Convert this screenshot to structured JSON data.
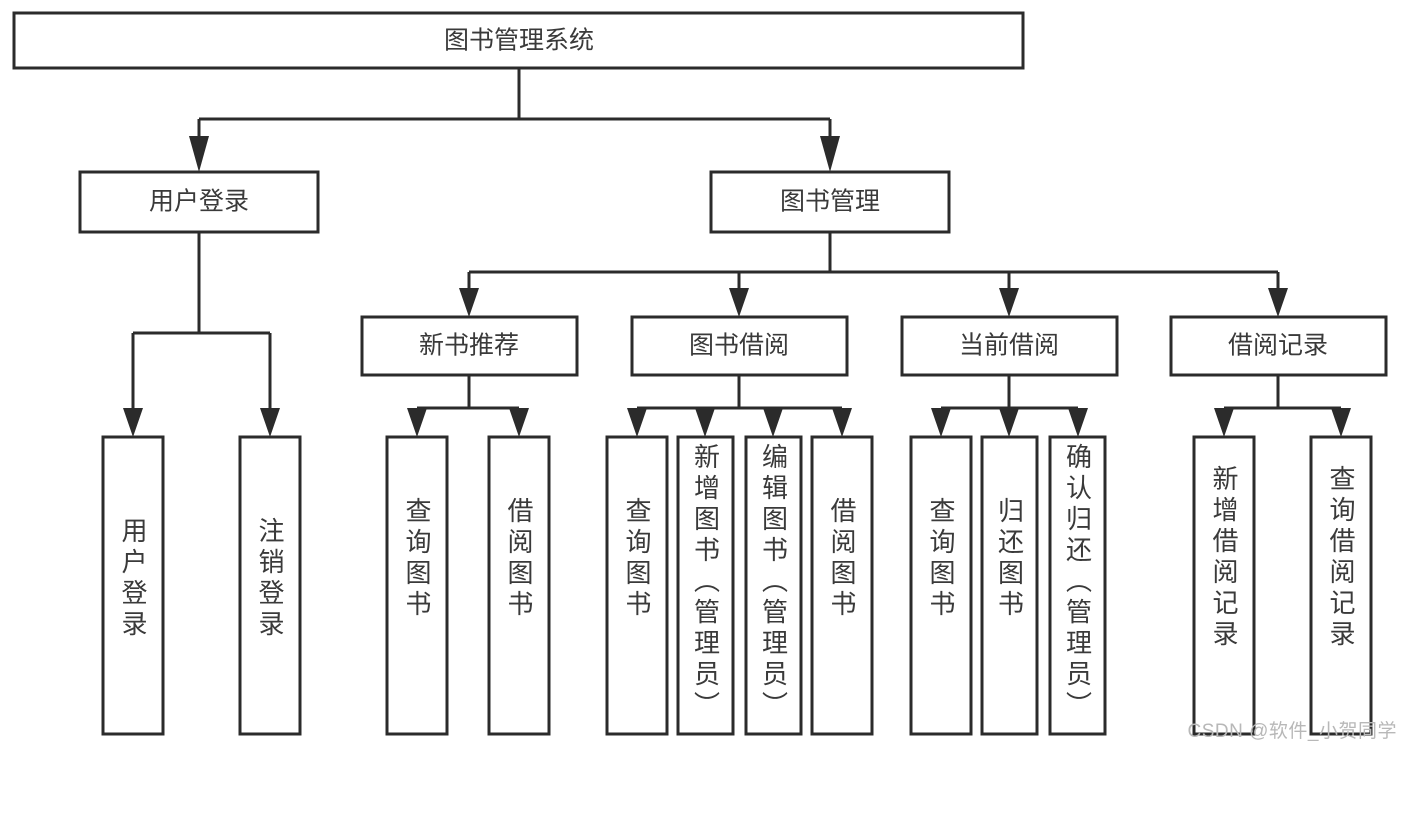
{
  "diagram": {
    "title": "图书管理系统",
    "watermark": "CSDN @软件_小贺同学",
    "colors": {
      "background": "#ffffff",
      "stroke": "#2b2b2b",
      "text": "#3a3a3a",
      "watermark": "#b8b8b8"
    },
    "root": {
      "label": "图书管理系统"
    },
    "level2": [
      {
        "label": "用户登录"
      },
      {
        "label": "图书管理"
      }
    ],
    "level3": [
      {
        "label": "新书推荐"
      },
      {
        "label": "图书借阅"
      },
      {
        "label": "当前借阅"
      },
      {
        "label": "借阅记录"
      }
    ],
    "leaves": {
      "user_login": [
        {
          "label": "用户登录"
        },
        {
          "label": "注销登录"
        }
      ],
      "new_book_recommend": [
        {
          "label": "查询图书"
        },
        {
          "label": "借阅图书"
        }
      ],
      "book_borrow": [
        {
          "label": "查询图书"
        },
        {
          "label": "新增图书（管理员）"
        },
        {
          "label": "编辑图书（管理员）"
        },
        {
          "label": "借阅图书"
        }
      ],
      "current_borrow": [
        {
          "label": "查询图书"
        },
        {
          "label": "归还图书"
        },
        {
          "label": "确认归还（管理员）"
        }
      ],
      "borrow_record": [
        {
          "label": "新增借阅记录"
        },
        {
          "label": "查询借阅记录"
        }
      ]
    }
  }
}
